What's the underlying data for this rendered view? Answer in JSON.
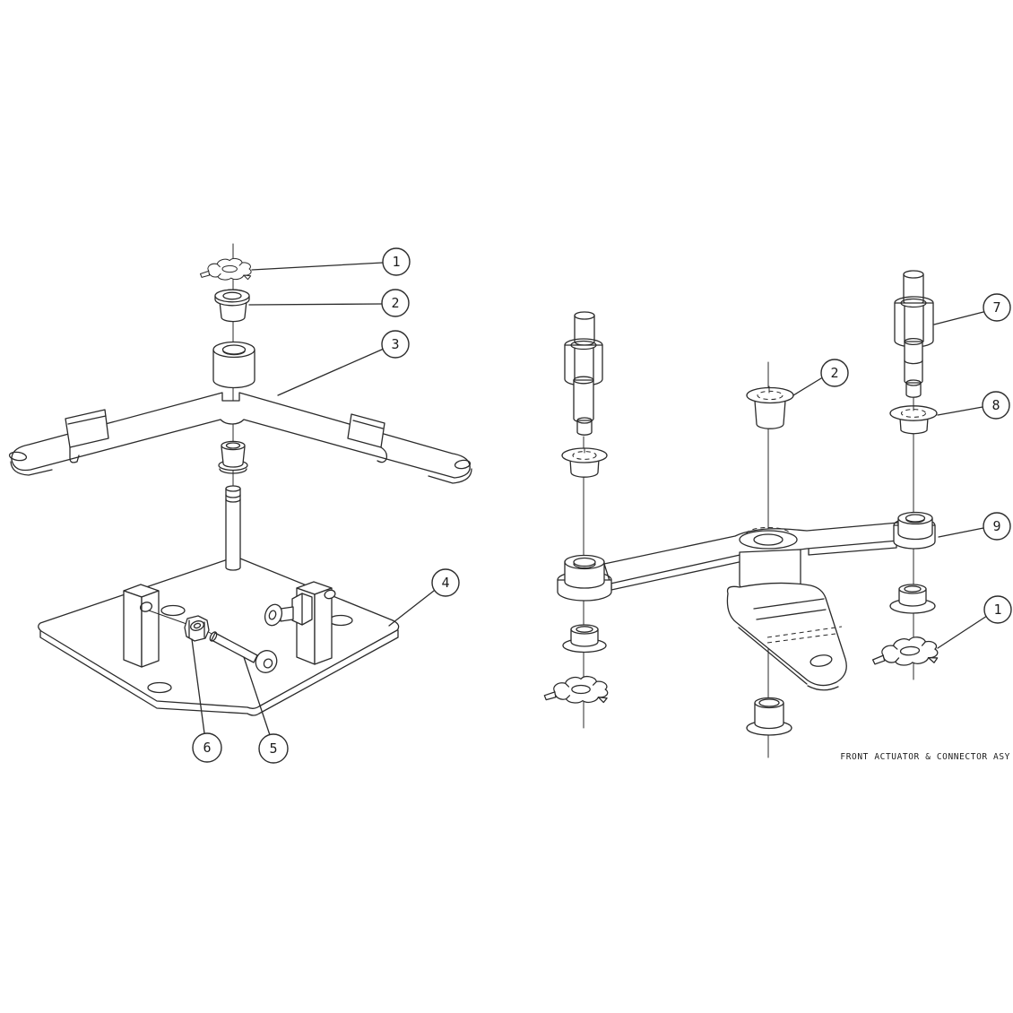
{
  "drawing": {
    "caption": "FRONT ACTUATOR & CONNECTOR ASY",
    "line_color": "#2b2b2b",
    "background": "#ffffff",
    "left_view_callouts": [
      "1",
      "2",
      "3",
      "4",
      "5",
      "6"
    ],
    "right_view_callouts": [
      "2",
      "7",
      "8",
      "9",
      "1"
    ]
  }
}
